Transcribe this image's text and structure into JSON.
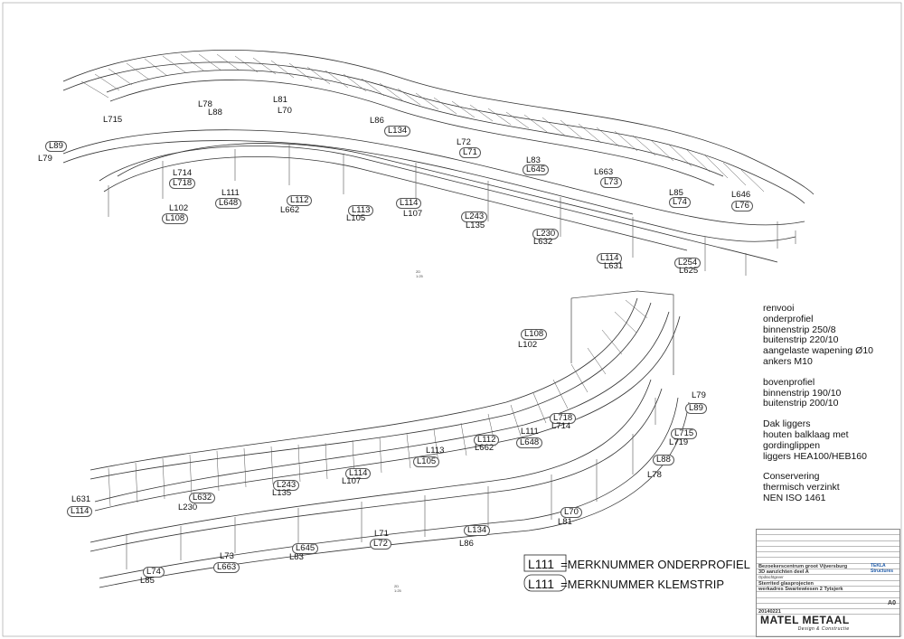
{
  "labels_top": [
    {
      "id": "L715",
      "t": "L715",
      "box": false
    },
    {
      "id": "L78",
      "t": "L78",
      "box": false
    },
    {
      "id": "L88",
      "t": "L88",
      "box": false
    },
    {
      "id": "L81",
      "t": "L81",
      "box": false
    },
    {
      "id": "L70",
      "t": "L70",
      "box": false
    },
    {
      "id": "L86",
      "t": "L86",
      "box": false
    },
    {
      "id": "L134",
      "t": "L134",
      "box": true
    },
    {
      "id": "L89",
      "t": "L89",
      "box": true
    },
    {
      "id": "L79",
      "t": "L79",
      "box": false
    },
    {
      "id": "L72",
      "t": "L72",
      "box": false
    },
    {
      "id": "L71",
      "t": "L71",
      "box": true
    },
    {
      "id": "L83",
      "t": "L83",
      "box": false
    },
    {
      "id": "L645",
      "t": "L645",
      "box": true
    },
    {
      "id": "L663",
      "t": "L663",
      "box": false
    },
    {
      "id": "L73",
      "t": "L73",
      "box": true
    },
    {
      "id": "L714",
      "t": "L714",
      "box": false
    },
    {
      "id": "L718",
      "t": "L718",
      "box": true
    },
    {
      "id": "L85",
      "t": "L85",
      "box": false
    },
    {
      "id": "L74",
      "t": "L74",
      "box": true
    },
    {
      "id": "L646",
      "t": "L646",
      "box": false
    },
    {
      "id": "L76",
      "t": "L76",
      "box": true
    },
    {
      "id": "L111",
      "t": "L111",
      "box": false
    },
    {
      "id": "L648",
      "t": "L648",
      "box": true
    },
    {
      "id": "L112",
      "t": "L112",
      "box": true
    },
    {
      "id": "L662",
      "t": "L662",
      "box": false
    },
    {
      "id": "L102",
      "t": "L102",
      "box": false
    },
    {
      "id": "L108",
      "t": "L108",
      "box": true
    },
    {
      "id": "L113",
      "t": "L113",
      "box": true
    },
    {
      "id": "L105",
      "t": "L105",
      "box": false
    },
    {
      "id": "L114",
      "t": "L114",
      "box": true
    },
    {
      "id": "L107",
      "t": "L107",
      "box": false
    },
    {
      "id": "L243",
      "t": "L243",
      "box": true
    },
    {
      "id": "L135",
      "t": "L135",
      "box": false
    },
    {
      "id": "L230",
      "t": "L230",
      "box": true
    },
    {
      "id": "L632",
      "t": "L632",
      "box": false
    },
    {
      "id": "L114b",
      "t": "L114",
      "box": true
    },
    {
      "id": "L631",
      "t": "L631",
      "box": false
    },
    {
      "id": "L254",
      "t": "L254",
      "box": true
    },
    {
      "id": "L625",
      "t": "L625",
      "box": false
    }
  ],
  "labels_bottom": [
    {
      "id": "L108",
      "t": "L108",
      "box": true
    },
    {
      "id": "L102",
      "t": "L102",
      "box": false
    },
    {
      "id": "L79",
      "t": "L79",
      "box": false
    },
    {
      "id": "L89",
      "t": "L89",
      "box": true
    },
    {
      "id": "L718",
      "t": "L718",
      "box": true
    },
    {
      "id": "L714",
      "t": "L714",
      "box": false
    },
    {
      "id": "L111",
      "t": "L111",
      "box": false
    },
    {
      "id": "L648",
      "t": "L648",
      "box": true
    },
    {
      "id": "L715",
      "t": "L715",
      "box": true
    },
    {
      "id": "L719",
      "t": "L719",
      "box": false
    },
    {
      "id": "L112",
      "t": "L112",
      "box": true
    },
    {
      "id": "L662",
      "t": "L662",
      "box": false
    },
    {
      "id": "L113",
      "t": "L113",
      "box": false
    },
    {
      "id": "L105",
      "t": "L105",
      "box": true
    },
    {
      "id": "L88",
      "t": "L88",
      "box": true
    },
    {
      "id": "L78",
      "t": "L78",
      "box": false
    },
    {
      "id": "L114",
      "t": "L114",
      "box": true
    },
    {
      "id": "L107",
      "t": "L107",
      "box": false
    },
    {
      "id": "L243",
      "t": "L243",
      "box": true
    },
    {
      "id": "L135",
      "t": "L135",
      "box": false
    },
    {
      "id": "L631",
      "t": "L631",
      "box": false
    },
    {
      "id": "L114b",
      "t": "L114",
      "box": true
    },
    {
      "id": "L632",
      "t": "L632",
      "box": true
    },
    {
      "id": "L230",
      "t": "L230",
      "box": false
    },
    {
      "id": "L70",
      "t": "L70",
      "box": true
    },
    {
      "id": "L81",
      "t": "L81",
      "box": false
    },
    {
      "id": "L134",
      "t": "L134",
      "box": true
    },
    {
      "id": "L86",
      "t": "L86",
      "box": false
    },
    {
      "id": "L71",
      "t": "L71",
      "box": false
    },
    {
      "id": "L72",
      "t": "L72",
      "box": true
    },
    {
      "id": "L645",
      "t": "L645",
      "box": true
    },
    {
      "id": "L83",
      "t": "L83",
      "box": false
    },
    {
      "id": "L73",
      "t": "L73",
      "box": false
    },
    {
      "id": "L663",
      "t": "L663",
      "box": true
    },
    {
      "id": "L74",
      "t": "L74",
      "box": true
    },
    {
      "id": "L85",
      "t": "L85",
      "box": false
    }
  ],
  "scale_top": {
    "a": "2D",
    "b": "1:25"
  },
  "scale_bottom": {
    "a": "2D",
    "b": "1:25"
  },
  "notes": {
    "g1": [
      "renvooi",
      "onderprofiel",
      "binnenstrip 250/8",
      "buitenstrip 220/10",
      "aangelaste wapening Ø10",
      "ankers M10"
    ],
    "g2": [
      "bovenprofiel",
      "binnenstrip 190/10",
      "buitenstrip 200/10"
    ],
    "g3": [
      "Dak liggers",
      "houten balklaag met gordinglippen",
      "liggers HEA100/HEB160"
    ],
    "g4": [
      "Conservering",
      "thermisch verzinkt",
      "NEN ISO 1461"
    ]
  },
  "legend": [
    {
      "tag": "L111",
      "desc": "=MERKNUMMER ONDERPROFIEL",
      "style": "sq"
    },
    {
      "tag": "L111",
      "desc": "=MERKNUMMER KLEMSTRIP",
      "style": "rd"
    }
  ],
  "titleblock": {
    "rows": [
      "Bezoekerscentrum groot Vijversburg",
      "3D aanzichten deel A",
      "Opdrachtgever",
      "Sterrited glasprojecten",
      "werkadres Swartewiesen 2 Tytsjerk",
      "20140221"
    ],
    "logo": "MATEL METAAL",
    "tagline": "Design & Constructie",
    "tekla": "TEKLA Structures",
    "sheet": "A0"
  },
  "colors": {
    "line": "#333333",
    "thin": "#777777",
    "accent": "#1e5aa8"
  }
}
